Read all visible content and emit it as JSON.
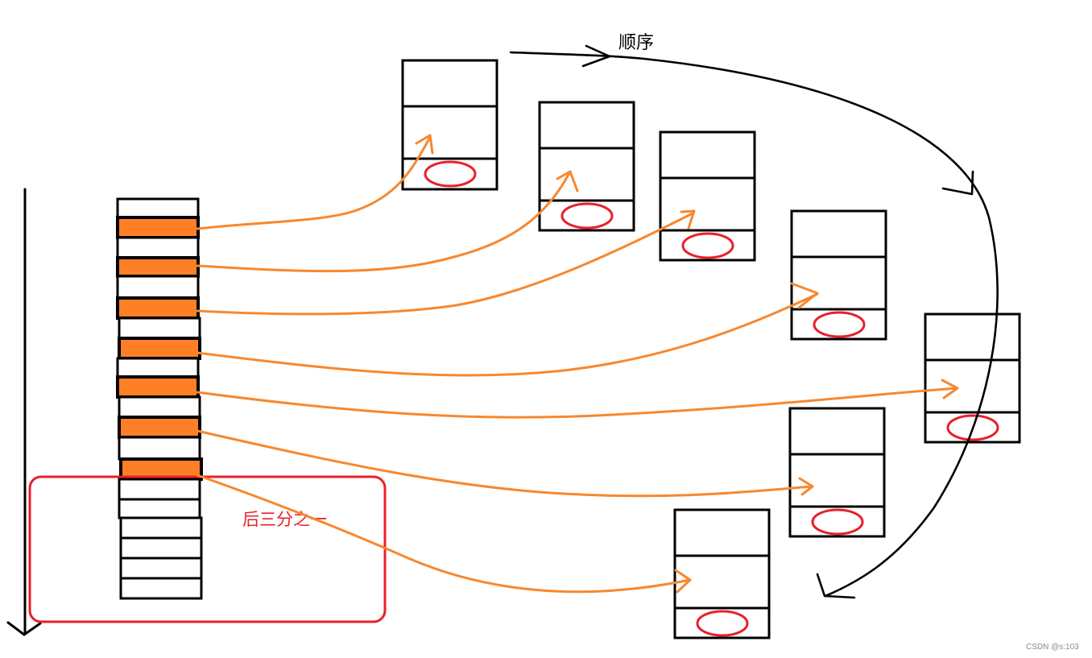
{
  "labels": {
    "order": "顺序",
    "last_third": "后三分之一",
    "watermark": "CSDN @s:103"
  },
  "colors": {
    "ink": "#000000",
    "highlight": "#ff7f27",
    "arrow": "#f7882f",
    "marker": "#e8202a",
    "background": "#ffffff"
  },
  "stack": {
    "total_slots": 20,
    "highlighted_slots": [
      1,
      3,
      5,
      7,
      9,
      11,
      13
    ],
    "last_third_slots": [
      14,
      15,
      16,
      17,
      18,
      19
    ]
  },
  "blocks": [
    {
      "id": "block-1",
      "rows": 3,
      "marked_row": 3
    },
    {
      "id": "block-2",
      "rows": 3,
      "marked_row": 3
    },
    {
      "id": "block-3",
      "rows": 3,
      "marked_row": 3
    },
    {
      "id": "block-4",
      "rows": 3,
      "marked_row": 3
    },
    {
      "id": "block-5",
      "rows": 3,
      "marked_row": 3
    },
    {
      "id": "block-6",
      "rows": 3,
      "marked_row": 3
    },
    {
      "id": "block-7",
      "rows": 3,
      "marked_row": 3
    }
  ]
}
